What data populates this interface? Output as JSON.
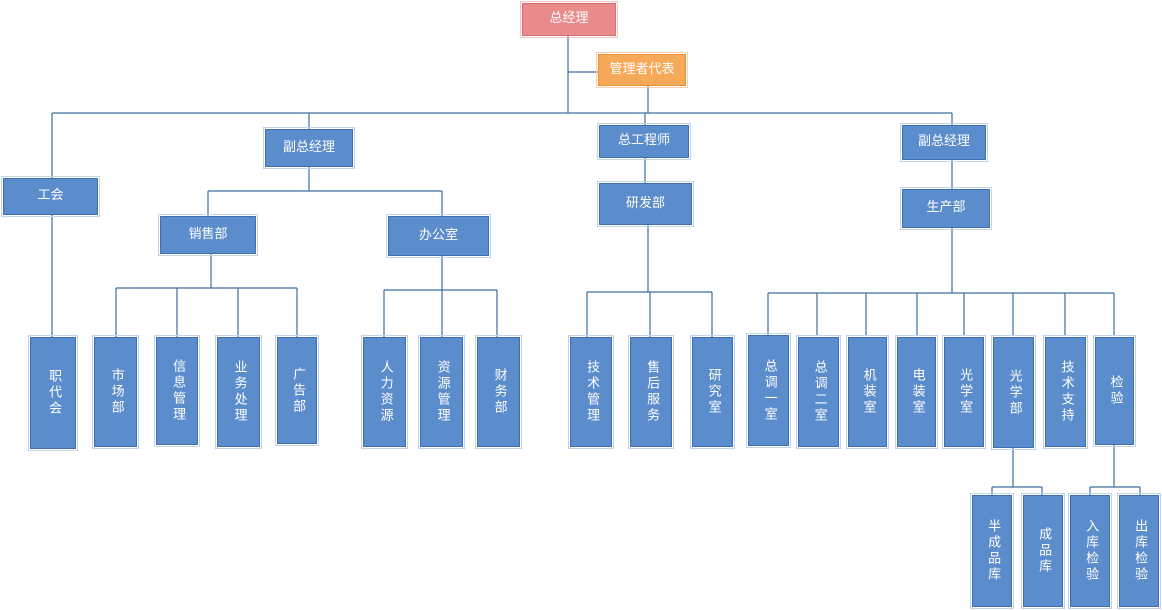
{
  "org": {
    "gm": "总经理",
    "mgmt_rep": "管理者代表",
    "union": "工会",
    "staff_congress": "职代会",
    "deputy_gm_1": "副总经理",
    "sales": "销售部",
    "office": "办公室",
    "market": "市场部",
    "info_mgmt": "信息管理",
    "business": "业务处理",
    "advertising": "广告部",
    "hr": "人力资源",
    "resource_mgmt": "资源管理",
    "finance": "财务部",
    "chief_engineer": "总工程师",
    "rnd": "研发部",
    "tech_mgmt": "技术管理",
    "after_sales": "售后服务",
    "research_room": "研究室",
    "deputy_gm_2": "副总经理",
    "production": "生产部",
    "tuning_1": "总调一室",
    "tuning_2": "总调二室",
    "machining": "机装室",
    "electrical": "电装室",
    "optics_room": "光学室",
    "optics_dept": "光学部",
    "tech_support": "技术支持",
    "inspection": "检验",
    "semi_finished": "半成品库",
    "finished": "成品库",
    "inbound_insp": "入库检验",
    "outbound_insp": "出库检验"
  },
  "colors": {
    "box_blue": "#5b8ccb",
    "box_red": "#e98b8b",
    "box_orange": "#f7a95a",
    "line": "#3d6f9e"
  }
}
